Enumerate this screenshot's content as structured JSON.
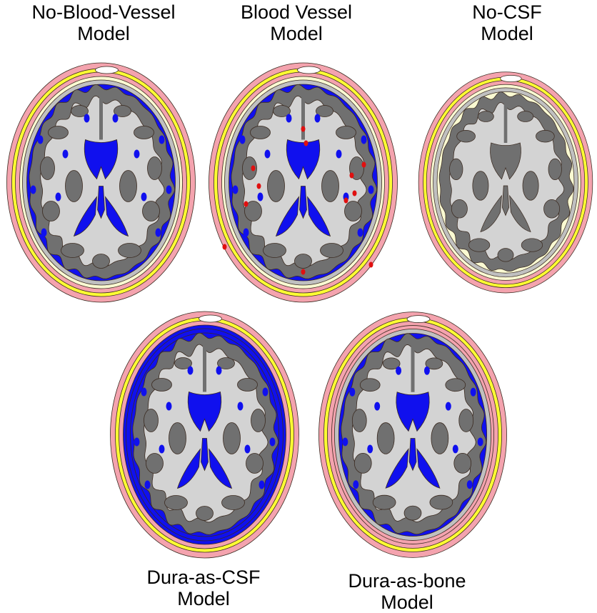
{
  "panels": [
    {
      "line1": "No-Blood-Vessel",
      "line2": "Model"
    },
    {
      "line1": "Blood Vessel",
      "line2": "Model"
    },
    {
      "line1": "No-CSF",
      "line2": "Model"
    },
    {
      "line1": "Dura-as-CSF",
      "line2": "Model"
    },
    {
      "line1": "Dura-as-bone",
      "line2": "Model"
    }
  ],
  "colors": {
    "scalp": "#f4a3ae",
    "fat": "#ffff33",
    "skull_inner": "#fafad2",
    "dura": "#c0c0c0",
    "csf": "#1010ee",
    "white_matter": "#d3d3d3",
    "gray_matter": "#707070",
    "vessel": "#e01010",
    "outline": "#3a2a20"
  }
}
